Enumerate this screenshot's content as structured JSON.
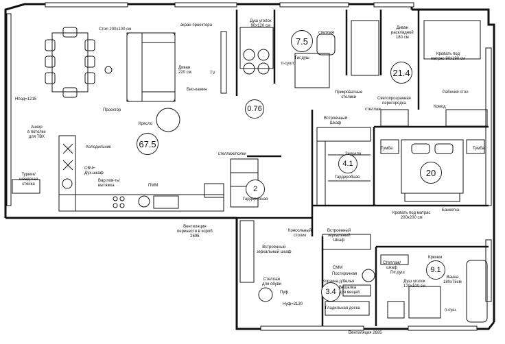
{
  "areas": {
    "living": "67.5",
    "wc1": "7.5",
    "tech": "0.76",
    "office": "21.4",
    "bedroom": "20",
    "wardrobe": "4.1",
    "pantry": "2",
    "bath2": "9.1",
    "laundry": "3.4"
  },
  "labels": {
    "dining_table": "Стол 200х100 см",
    "projector_screen": "экран проектора",
    "sofa_living": "Диван\n220 см",
    "tv": "TV",
    "bio_fireplace": "Био-камин",
    "projector": "Проектор",
    "armchair": "Кресло",
    "ceiling_height": "Нпод=1215",
    "tv_anchor": "Анкер\nв потолке\nдля ТВХ",
    "turnik": "Турник/\nшведская\nстенка",
    "fridge": "Холодильник",
    "microwave": "СВЧ+\nДух.шкаф",
    "cooktop": "Вар.пов-ть/\nвытяжка",
    "dishwasher": "ПММ",
    "vent_box": "Вентиляция\nперенести в короб\n2695",
    "shower_corner_1": "Душ уголок\n90х120 см",
    "hygienic_shower_1": "Гиг.душ",
    "towel_rail_1": "п-сушт.",
    "shelves_top": "стеллаж",
    "sofa_bed": "Диван\nраскладной\n180 см",
    "bed_single": "Кровать под\nматрас 90х190 см",
    "work_desk": "Рабочий стол",
    "bedside_tables": "Прикроватные\nстолики",
    "translucent_partition": "Светопрозрачная\nперегородка",
    "shelves_mid": "стеллаж",
    "dresser": "Комод",
    "builtin_wardrobe_top": "Встроенный\nШкаф",
    "mirror": "Зеркало",
    "dressing_room": "Гардеробная",
    "tumba_left": "Тумба",
    "tumba_right": "Тумба",
    "bed_double": "Кровать под матрас\n200х200 см",
    "bench": "Банкетка",
    "shelving_units": "стеллаж/полки",
    "dressing_label": "Гардеробная",
    "console": "Консольный\nстолик",
    "builtin_mirror_wardrobe": "Встроенный\nзеркальный\nШкаф",
    "builtin_mirror_wardrobe_2": "Встроенный\nзеркальный шкаф",
    "hooks": "Крючки",
    "shelf_cabinet": "Стеллаж/\nшкаф",
    "washer": "СММ",
    "dryer": "Постирочная",
    "hygienic_shower_2": "Гиг.душ",
    "shower_corner_2": "Душ уголок\n120х100 см",
    "bath": "Ванна\n180х75см",
    "towel_rail_2": "п-суш.",
    "laundry_basket": "Корзина д/белья",
    "ironing": "Гладильная доска",
    "hangers": "Вешалка\nдля вещей",
    "shoe_rack": "Стеллаж\nдля обуви",
    "pouf": "Пуф",
    "ceiling_height_2": "Нуф=2130",
    "vent_bottom": "Вентиляция 2695"
  }
}
